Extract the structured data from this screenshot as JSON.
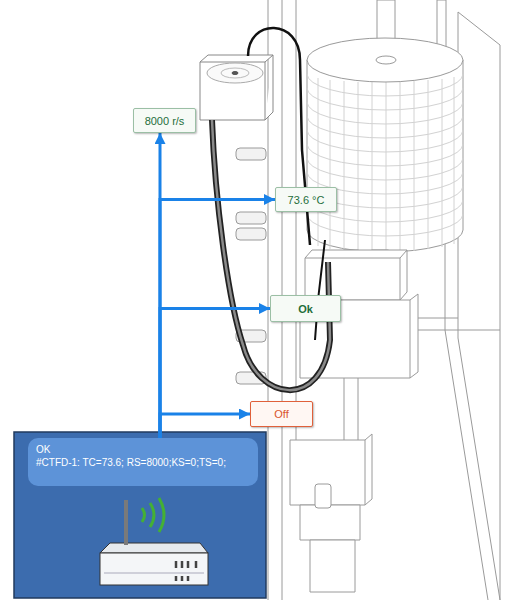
{
  "diagram": {
    "nodes": [
      {
        "text": [
          "8000 r/s"
        ]
      },
      {
        "text": [
          "73.6 °C"
        ]
      },
      {
        "text": [
          "Ok"
        ]
      },
      {
        "text": [
          "Off"
        ]
      },
      {
        "text": [
          "OK",
          "#CTFD-1: TC=73.6; RS=8000;KS=0;TS=0;"
        ]
      }
    ],
    "edges": [
      {
        "from": 4,
        "to": 0,
        "arrow": "to"
      },
      {
        "from": 4,
        "to": 1,
        "arrow": "to"
      },
      {
        "from": 4,
        "to": 2,
        "arrow": "to"
      },
      {
        "from": 4,
        "to": 3,
        "arrow": "to"
      }
    ]
  }
}
